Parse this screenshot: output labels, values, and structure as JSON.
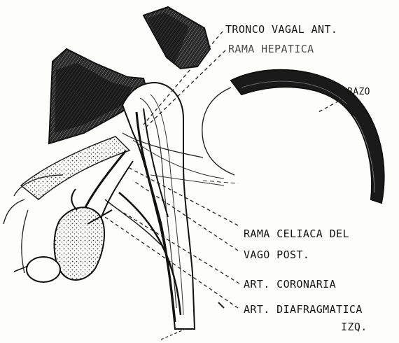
{
  "labels": {
    "tronco_vagal_ant": "TRONCO VAGAL ANT.",
    "rama_hepatica": "RAMA HEPATICA",
    "bazo": "BAZO",
    "rama_celiaca_line1": "RAMA CELIACA  DEL",
    "rama_celiaca_line2": "VAGO POST.",
    "art_coronaria": "ART.  CORONARIA",
    "art_diafragmatica_line1": "ART.  DIAFRAGMATICA",
    "art_diafragmatica_line2": "IZQ."
  },
  "colors": {
    "ink": "#151515",
    "paper": "#fdfdfb"
  }
}
